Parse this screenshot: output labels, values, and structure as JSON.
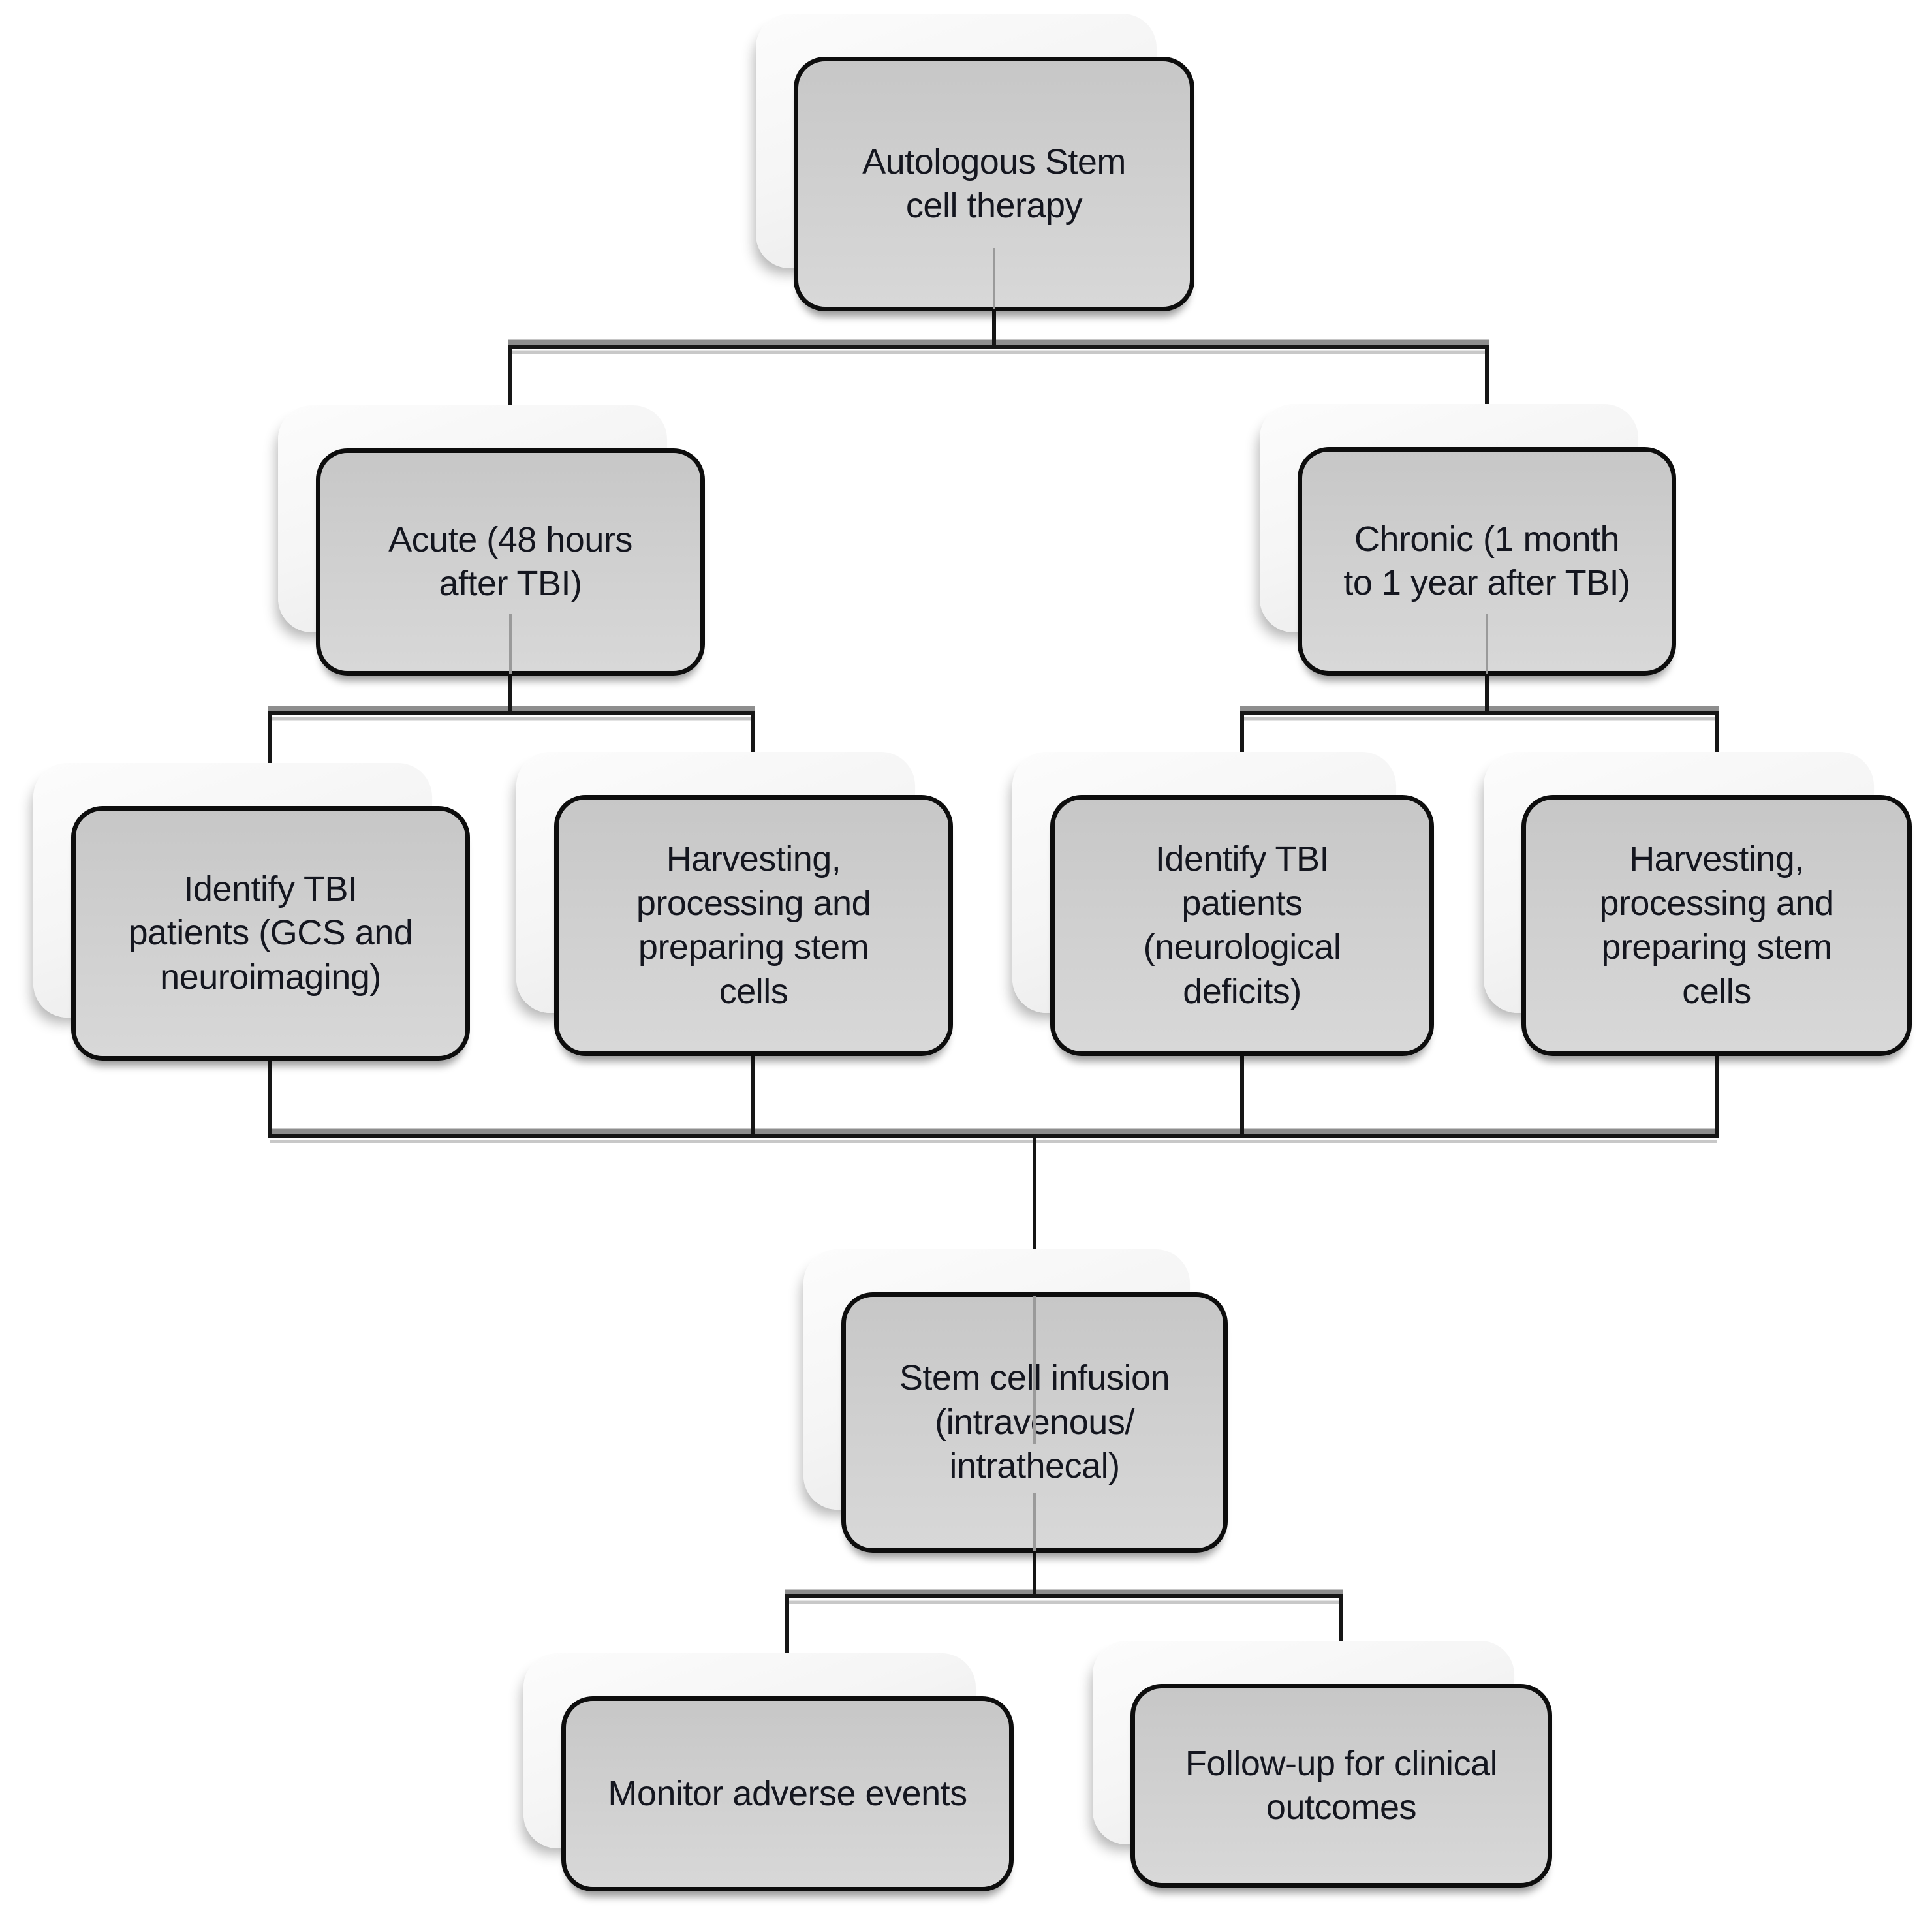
{
  "figure": {
    "type": "flowchart",
    "background": "#ffffff"
  },
  "colors": {
    "box_fill_top": "#c7c7c7",
    "box_fill_bottom": "#d8d8d8",
    "box_border": "#0d0d0d",
    "shadow_card_fill": "#f5f5f5",
    "connector_black": "#161616",
    "connector_gray_band": "#8e8e8e",
    "connector_light_shadow": "#c8c8c8",
    "text": "#14161f"
  },
  "nodes": {
    "root": {
      "id": "root",
      "label": [
        "Autologous Stem",
        "cell therapy"
      ]
    },
    "acute": {
      "id": "acute",
      "label": [
        "Acute (48 hours",
        "after TBI)"
      ]
    },
    "chronic": {
      "id": "chronic",
      "label": [
        "Chronic (1 month",
        "to 1 year after TBI)"
      ]
    },
    "identify_acute": {
      "id": "identify_acute",
      "label": [
        "Identify TBI",
        "patients  (GCS and",
        "neuroimaging)"
      ]
    },
    "harvest_acute": {
      "id": "harvest_acute",
      "label": [
        "Harvesting,",
        "processing and",
        "preparing stem",
        "cells"
      ]
    },
    "identify_chronic": {
      "id": "identify_chronic",
      "label": [
        "Identify TBI",
        "patients",
        "(neurological",
        "deficits)"
      ]
    },
    "harvest_chronic": {
      "id": "harvest_chronic",
      "label": [
        "Harvesting,",
        "processing and",
        "preparing stem",
        "cells"
      ]
    },
    "infusion": {
      "id": "infusion",
      "label": [
        "Stem cell infusion",
        "(intravenous/",
        "intrathecal)"
      ]
    },
    "monitor": {
      "id": "monitor",
      "label": [
        "Monitor adverse events"
      ]
    },
    "followup": {
      "id": "followup",
      "label": [
        "Follow-up for clinical",
        "outcomes"
      ]
    }
  },
  "edges": [
    [
      "root",
      "acute"
    ],
    [
      "root",
      "chronic"
    ],
    [
      "acute",
      "identify_acute"
    ],
    [
      "acute",
      "harvest_acute"
    ],
    [
      "chronic",
      "identify_chronic"
    ],
    [
      "chronic",
      "harvest_chronic"
    ],
    [
      "identify_acute",
      "infusion"
    ],
    [
      "harvest_acute",
      "infusion"
    ],
    [
      "identify_chronic",
      "infusion"
    ],
    [
      "harvest_chronic",
      "infusion"
    ],
    [
      "infusion",
      "monitor"
    ],
    [
      "infusion",
      "followup"
    ]
  ]
}
